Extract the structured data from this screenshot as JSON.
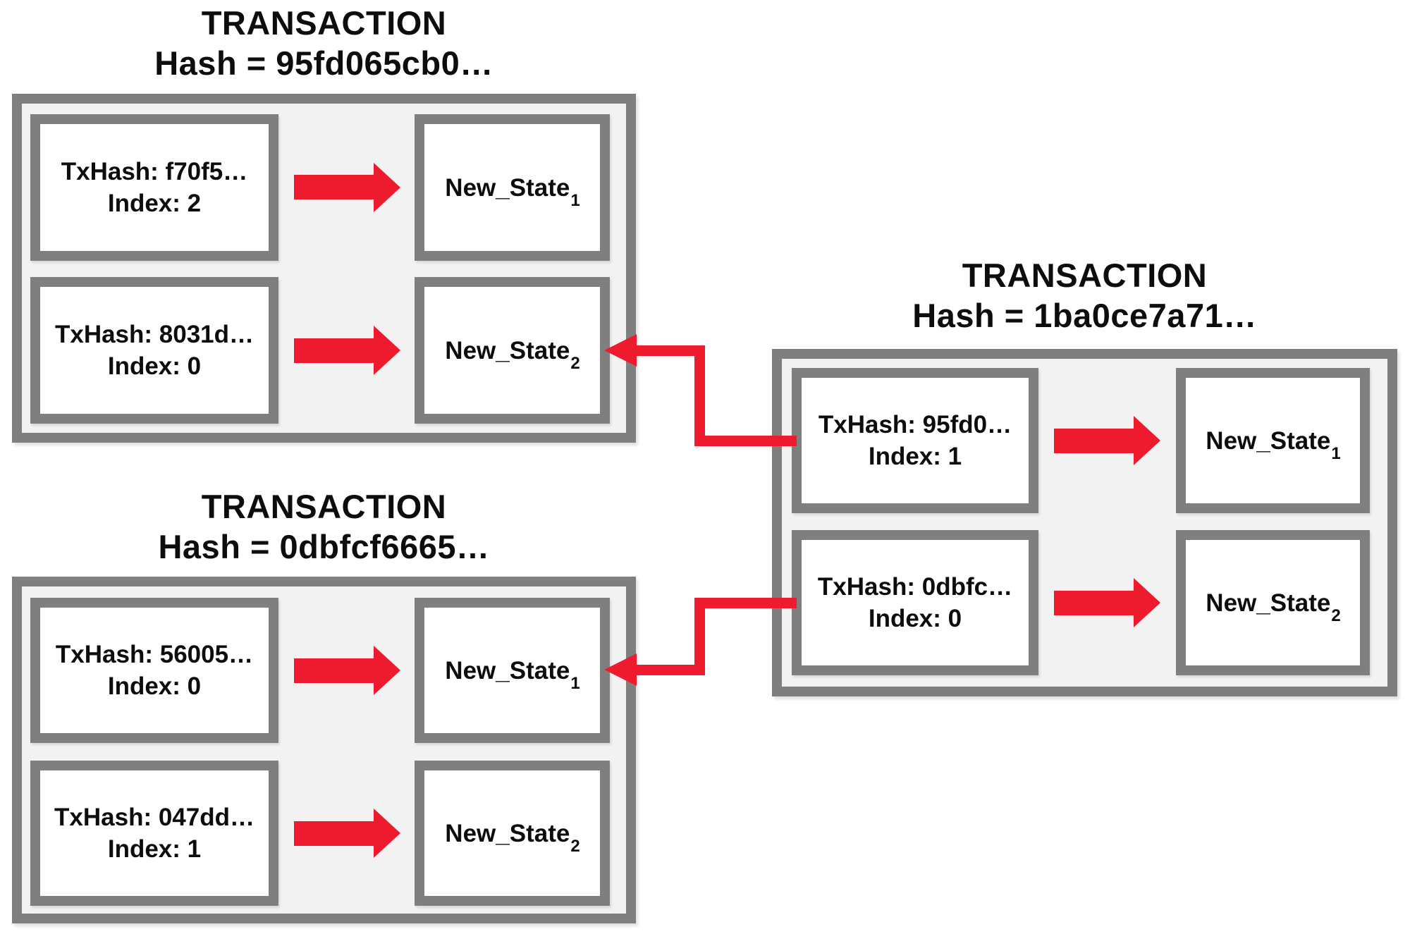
{
  "diagram": {
    "type": "utxo-transaction-diagram",
    "colors": {
      "arrow_red": "#ed1b2d",
      "border_gray": "#7f7f7f",
      "panel_background": "#f2f2f2",
      "box_background": "#ffffff",
      "text": "#0d0d0d"
    }
  },
  "transactions": [
    {
      "position": "top-left",
      "title_line1": "TRANSACTION",
      "title_line2": "Hash = 95fd065cb0…",
      "rows": [
        {
          "input_line1": "TxHash: f70f5…",
          "input_line2": "Index: 2",
          "state_base": "New_State",
          "state_sub": "1"
        },
        {
          "input_line1": "TxHash: 8031d…",
          "input_line2": "Index: 0",
          "state_base": "New_State",
          "state_sub": "2"
        }
      ]
    },
    {
      "position": "bottom-left",
      "title_line1": "TRANSACTION",
      "title_line2": "Hash = 0dbfcf6665…",
      "rows": [
        {
          "input_line1": "TxHash: 56005…",
          "input_line2": "Index: 0",
          "state_base": "New_State",
          "state_sub": "1"
        },
        {
          "input_line1": "TxHash: 047dd…",
          "input_line2": "Index: 1",
          "state_base": "New_State",
          "state_sub": "2"
        }
      ]
    },
    {
      "position": "right",
      "title_line1": "TRANSACTION",
      "title_line2": "Hash = 1ba0ce7a71…",
      "rows": [
        {
          "input_line1": "TxHash: 95fd0…",
          "input_line2": "Index: 1",
          "state_base": "New_State",
          "state_sub": "1"
        },
        {
          "input_line1": "TxHash: 0dbfc…",
          "input_line2": "Index: 0",
          "state_base": "New_State",
          "state_sub": "2"
        }
      ]
    }
  ],
  "connectors": [
    {
      "from": "right-tx input TxHash: 95fd0… Index: 1",
      "to": "top-left-tx New_State2"
    },
    {
      "from": "right-tx input TxHash: 0dbfc… Index: 0",
      "to": "bottom-left-tx New_State1"
    }
  ]
}
